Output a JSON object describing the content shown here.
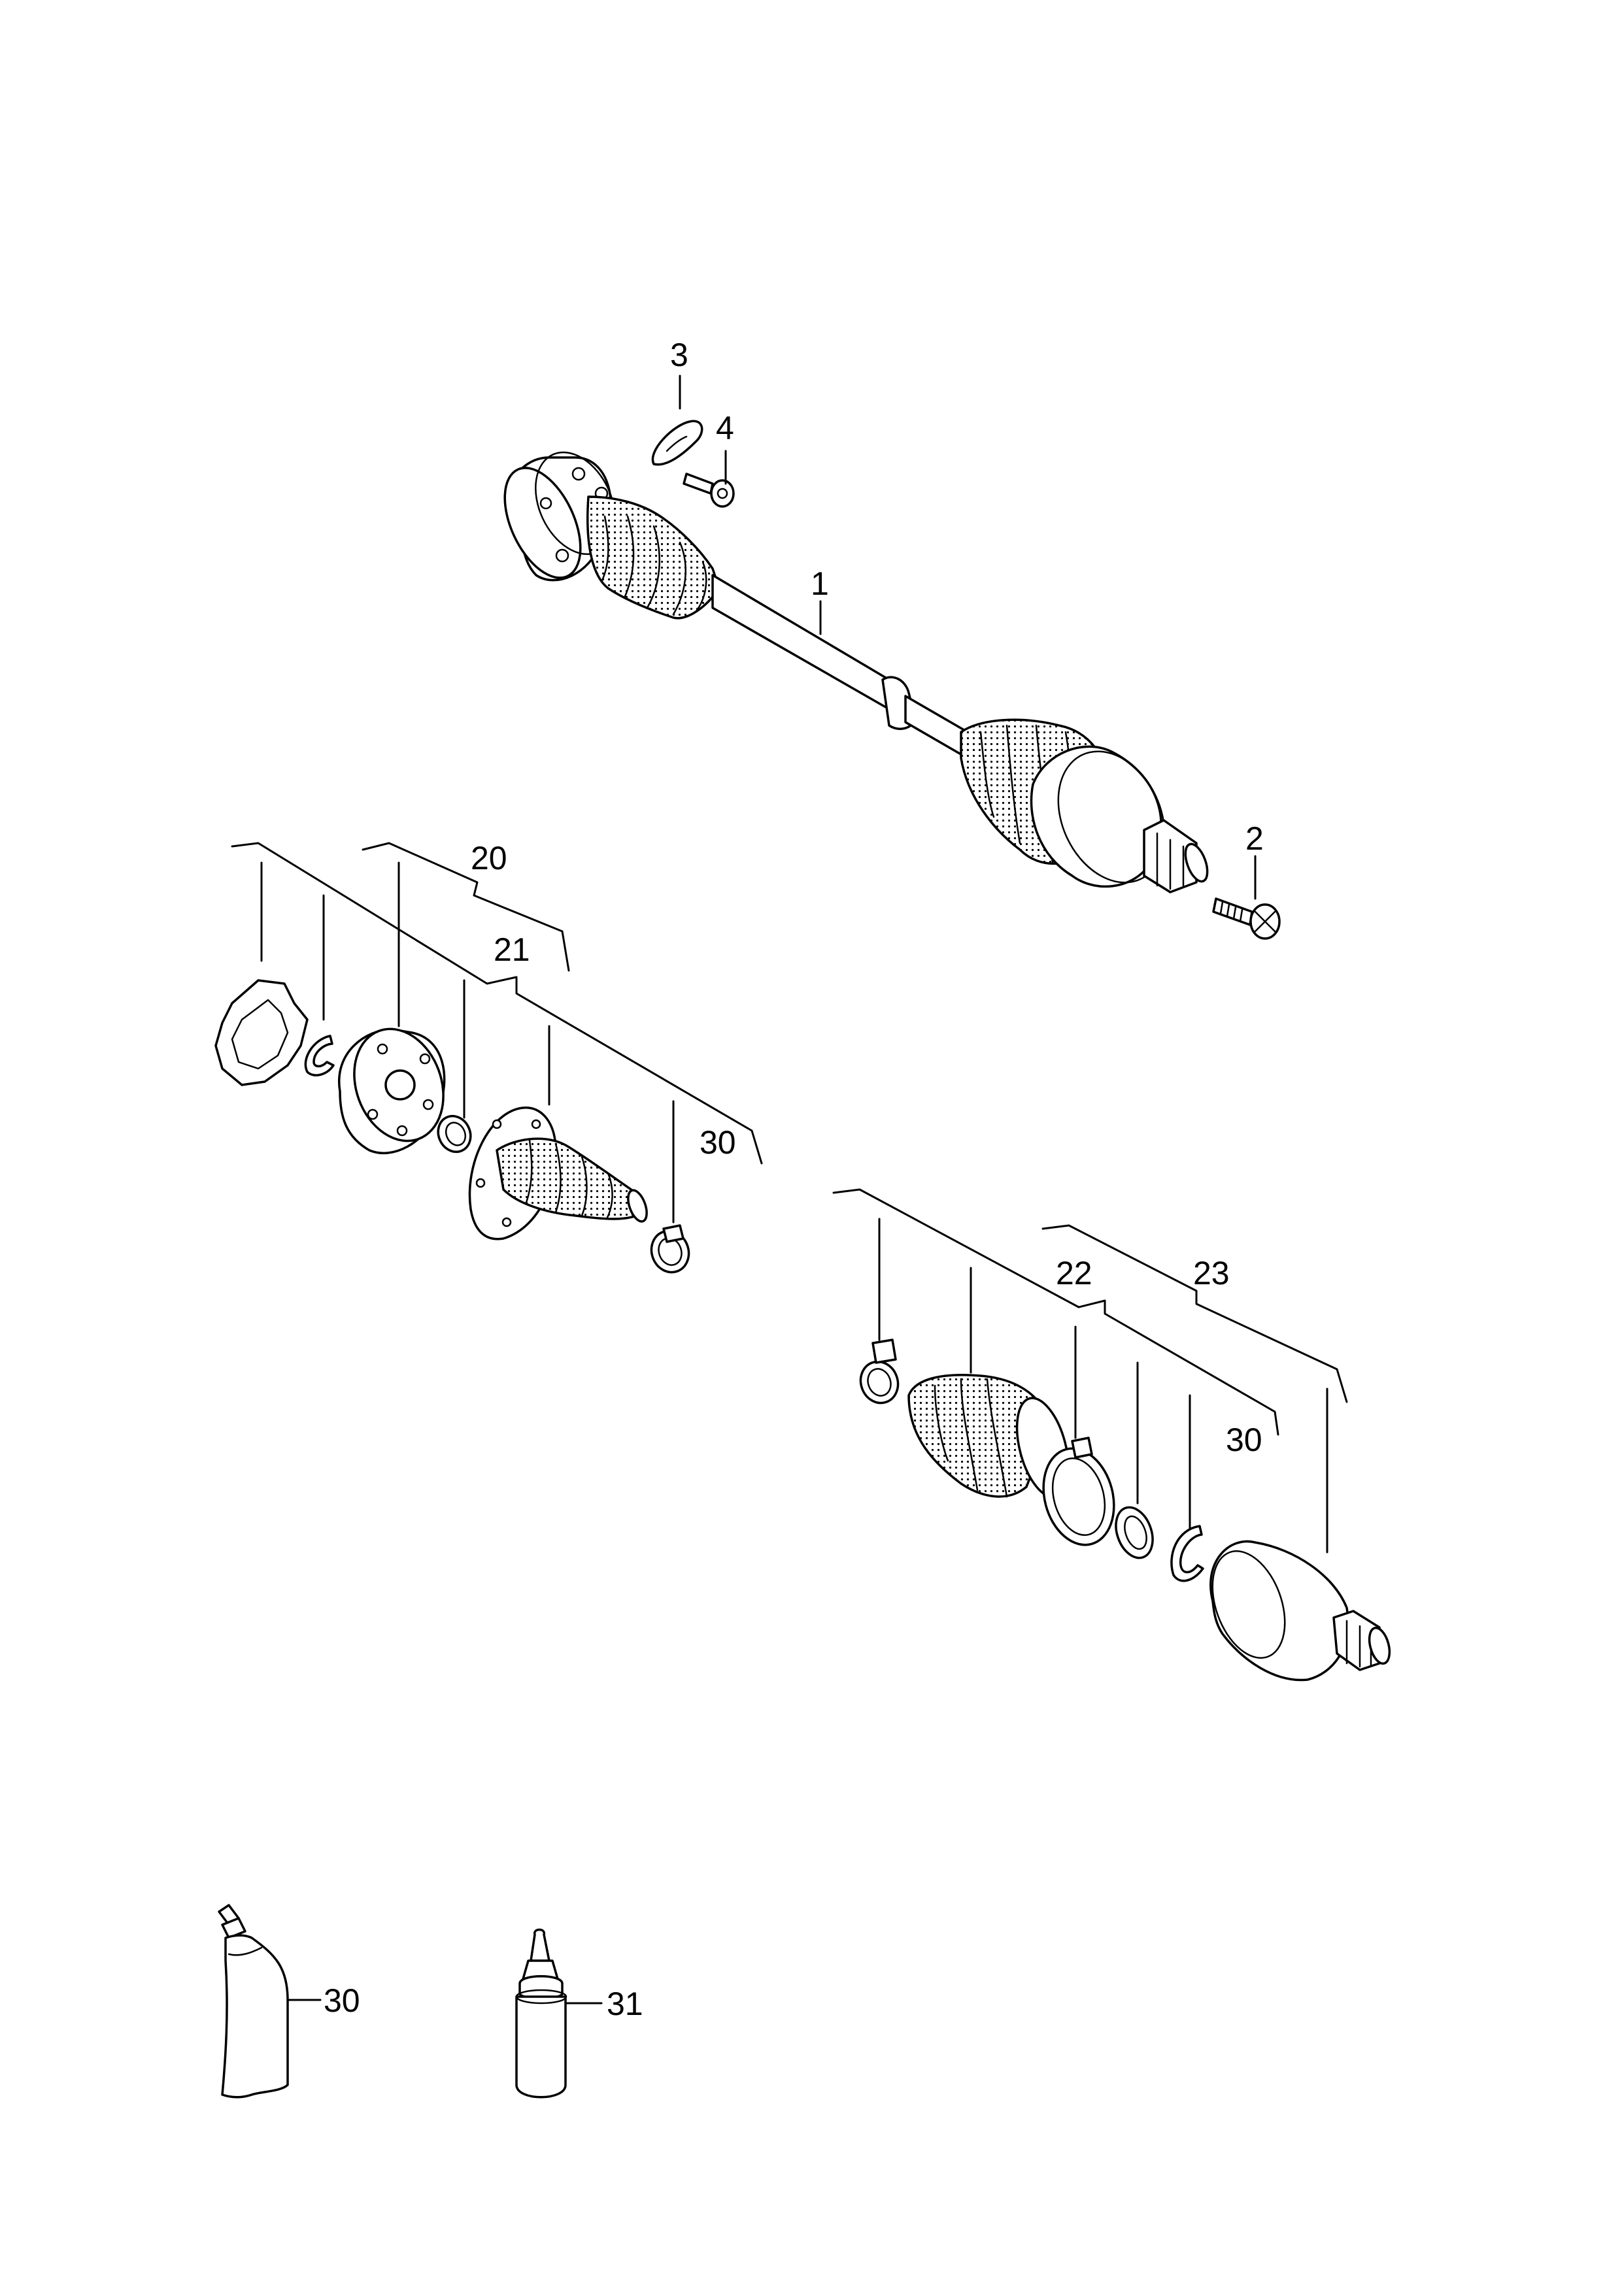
{
  "labels": {
    "p1": "1",
    "p2": "2",
    "p3": "3",
    "p4": "4",
    "p20": "20",
    "p21": "21",
    "p22": "22",
    "p23": "23",
    "p30_inner_kit": "30",
    "p30_outer_kit": "30",
    "p30_grease_tube": "30",
    "p31_bottle": "31"
  },
  "colors": {
    "line": "#000000",
    "background": "#ffffff"
  }
}
